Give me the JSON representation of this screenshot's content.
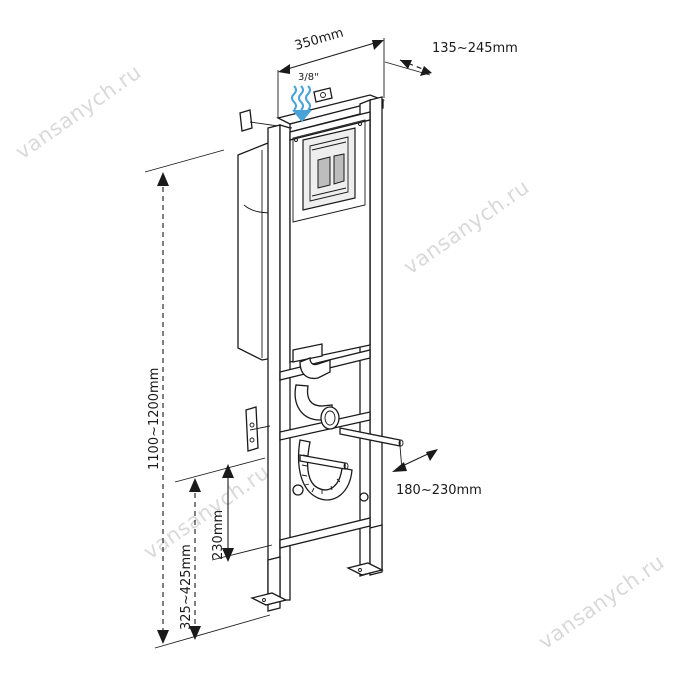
{
  "dimensions": {
    "width_350": "350mm",
    "depth_135_245": "135~245mm",
    "inlet": "3/8\"",
    "height_1100_1200": "1100~1200mm",
    "bolts_180_230": "180~230mm",
    "height_230": "230mm",
    "height_325_425": "325~425mm"
  },
  "watermark": "vansanych.ru",
  "colors": {
    "line": "#1a1a1a",
    "water_arrow": "#4aa3d8",
    "watermark": "#d9d9d9"
  }
}
